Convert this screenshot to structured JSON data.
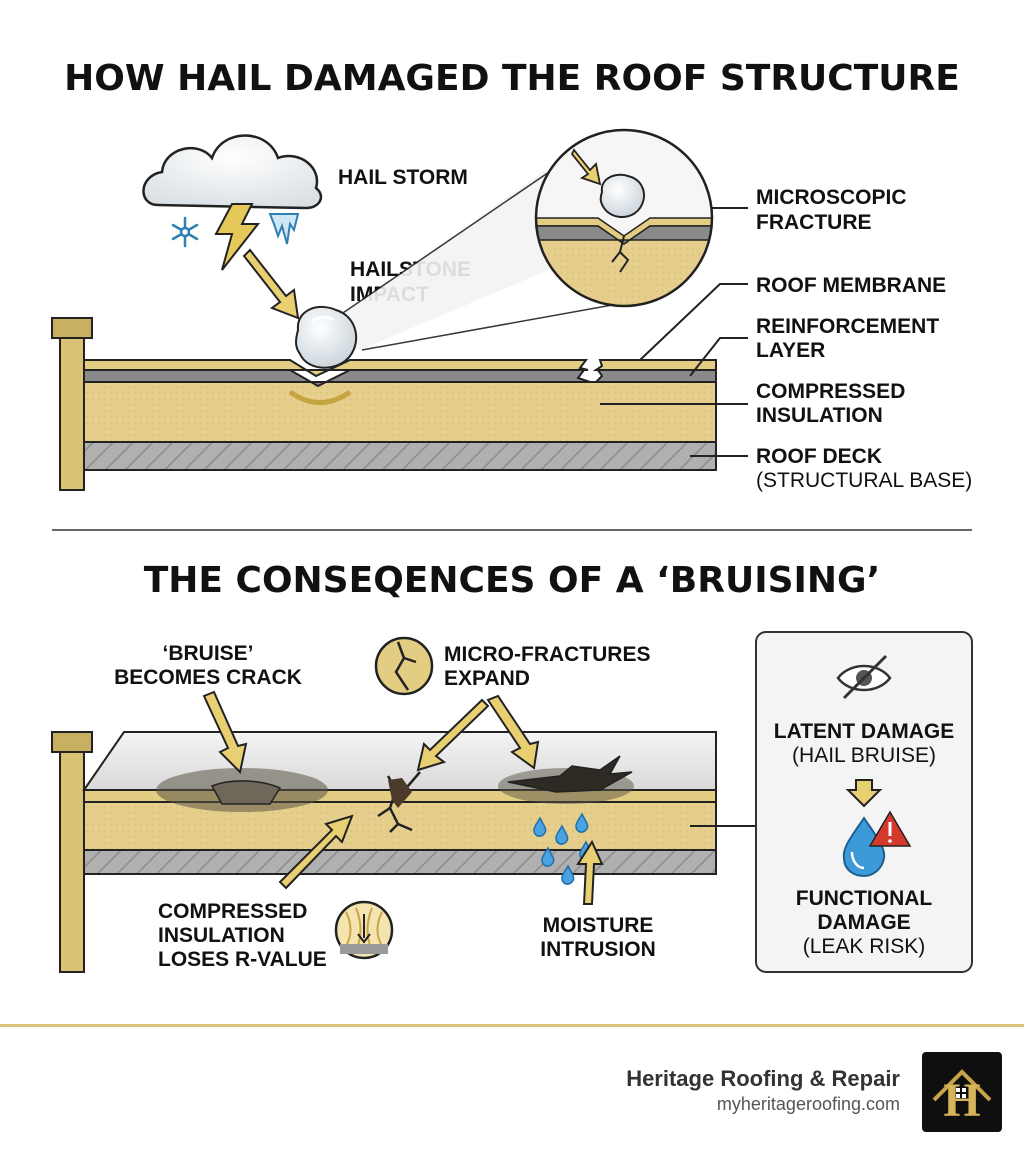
{
  "top": {
    "title": "HOW HAIL DAMAGED THE ROOF STRUCTURE",
    "labels": {
      "hail_storm": "HAIL STORM",
      "hailstone_impact": [
        "HAILSTONE",
        "IMPACT"
      ],
      "microscopic_fracture": [
        "MICROSCOPIC",
        "FRACTURE"
      ],
      "roof_membrane": "ROOF MEMBRANE",
      "reinforcement_layer": [
        "REINFORCEMENT",
        "LAYER"
      ],
      "compressed_insulation": [
        "COMPRESSED",
        "INSULATION"
      ],
      "roof_deck": [
        "ROOF DECK",
        "(STRUCTURAL BASE)"
      ]
    }
  },
  "bottom": {
    "title": "THE CONSEQENCES OF A ‘BRUISING’",
    "labels": {
      "bruise_crack": [
        "‘BRUISE’",
        "BECOMES CRACK"
      ],
      "micro_fractures": [
        "MICRO-FRACTURES",
        "EXPAND"
      ],
      "compressed_loses": [
        "COMPRESSED",
        "INSULATION",
        "LOSES R-VALUE"
      ],
      "moisture": [
        "MOISTURE",
        "INTRUSION"
      ]
    },
    "panel": {
      "latent": [
        "LATENT DAMAGE",
        "(HAIL BRUISE)"
      ],
      "functional": [
        "FUNCTIONAL",
        "DAMAGE",
        "(LEAK RISK)"
      ]
    }
  },
  "footer": {
    "brand": "Heritage Roofing & Repair",
    "url": "myheritageroofing.com",
    "logo_letter": "H"
  },
  "colors": {
    "insulation": "#e5cf8a",
    "gold": "#c8b063",
    "deck": "#a9a9a9",
    "membrane": "#8a8a8a",
    "alert": "#d33a2c",
    "water": "#2b8fd3"
  }
}
